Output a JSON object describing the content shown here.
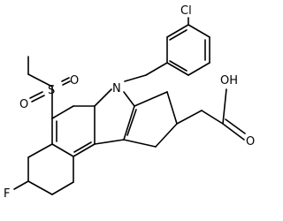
{
  "structure": {
    "atoms": {
      "chlorine": "Cl",
      "nitrogen": "N",
      "sulfur": "S",
      "sulfonyl_oxygen_upper": "O",
      "sulfonyl_oxygen_lower": "O",
      "acid_hydroxyl": "OH",
      "acid_carbonyl_oxygen": "O",
      "fluorine": "F"
    }
  }
}
